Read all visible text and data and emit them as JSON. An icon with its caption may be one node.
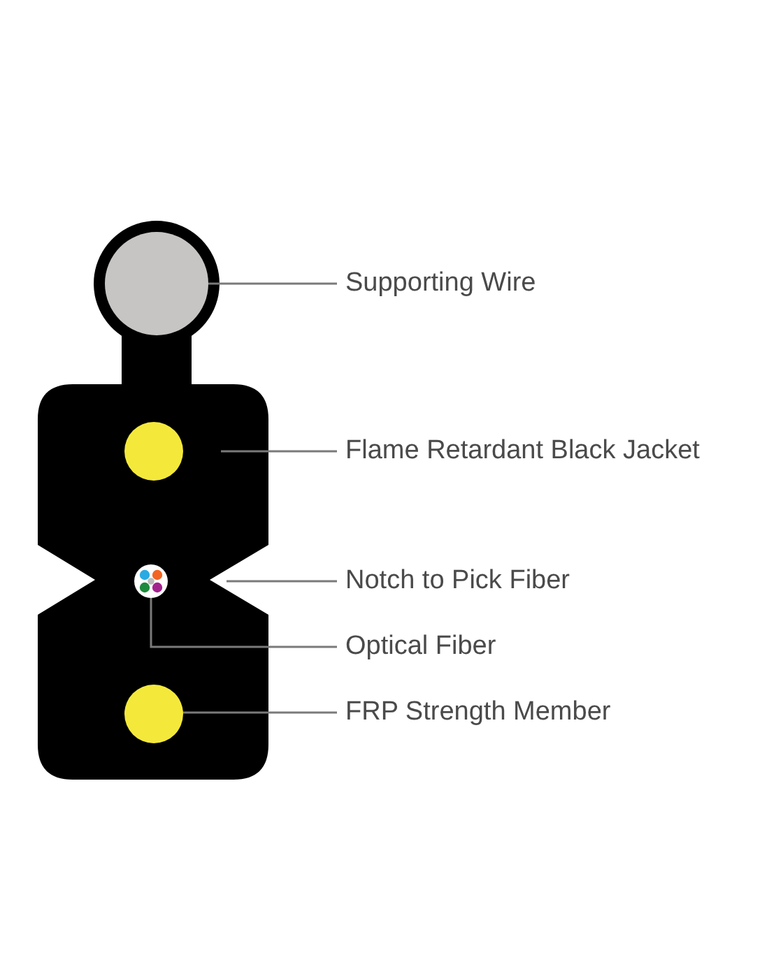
{
  "diagram": {
    "nodes": [
      {
        "text": [
          "Supporting Wire"
        ]
      },
      {
        "text": [
          "Flame Retardant Black Jacket"
        ]
      },
      {
        "text": [
          "Notch to Pick Fiber"
        ]
      },
      {
        "text": [
          "Optical Fiber"
        ]
      },
      {
        "text": [
          "FRP Strength Member"
        ]
      },
      {
        "text": [],
        "shape": "box"
      },
      {
        "text": [],
        "shape": "circle",
        "in": 5
      },
      {
        "text": [],
        "shape": "circle",
        "in": 5
      },
      {
        "text": [],
        "shape": "circle",
        "in": 5
      },
      {
        "text": [],
        "shape": "circle",
        "in": 5
      }
    ],
    "edges": [
      {
        "from": 0,
        "to": 6,
        "arrow": "none"
      },
      {
        "from": 1,
        "to": 5,
        "arrow": "none"
      },
      {
        "from": 2,
        "to": 5,
        "arrow": "none"
      },
      {
        "from": 3,
        "to": 8,
        "arrow": "none"
      },
      {
        "from": 4,
        "to": 9,
        "arrow": "none"
      }
    ]
  }
}
